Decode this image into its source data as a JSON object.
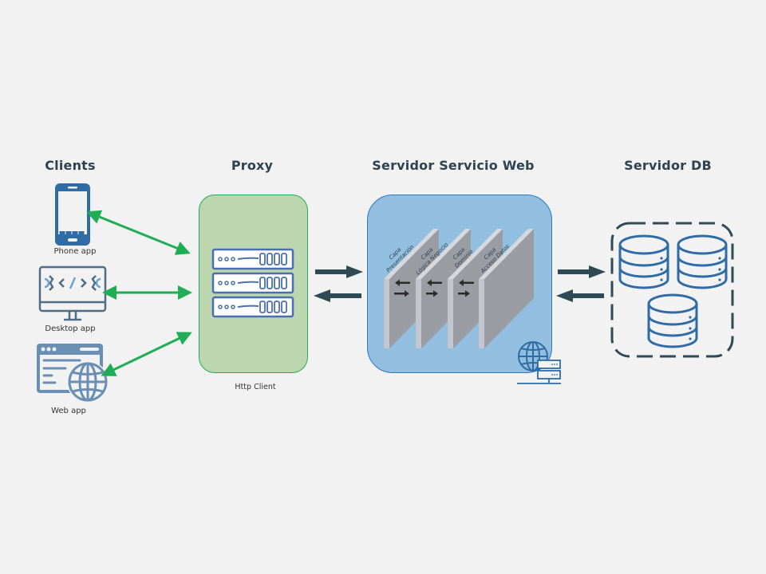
{
  "sections": {
    "clients": {
      "title": "Clients"
    },
    "proxy": {
      "title": "Proxy",
      "caption": "Http Client"
    },
    "web_server": {
      "title": "Servidor Servicio Web"
    },
    "db_server": {
      "title": "Servidor DB"
    }
  },
  "clients": [
    {
      "label": "Phone app",
      "icon": "smartphone-icon"
    },
    {
      "label": "Desktop app",
      "icon": "desktop-code-icon"
    },
    {
      "label": "Web app",
      "icon": "web-browser-icon"
    }
  ],
  "layers": [
    {
      "line1": "Capa",
      "line2": "Presentación"
    },
    {
      "line1": "Capa",
      "line2": "Lógica Negocio"
    },
    {
      "line1": "Capa",
      "line2": "Dominio"
    },
    {
      "line1": "Capa",
      "line2": "Acceso Datos"
    }
  ],
  "colors": {
    "background": "#f2f2f2",
    "heading": "#2e4250",
    "client_arrow": "#1fae55",
    "server_arrow": "#2e4a56",
    "icon_blue": "#2f6ca6",
    "icon_steel": "#6a8fb5",
    "proxy_fill": "#bcd7b0",
    "web_fill": "#92bedf"
  }
}
